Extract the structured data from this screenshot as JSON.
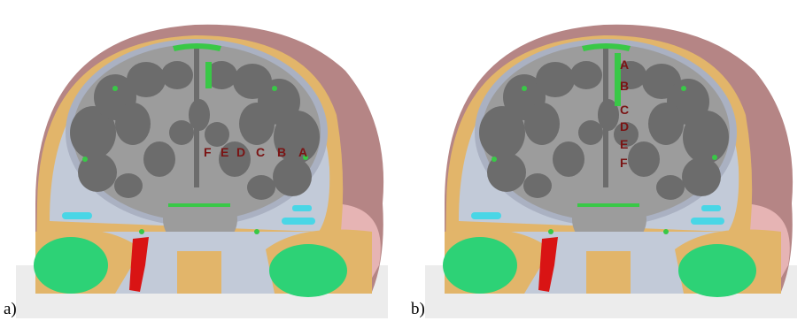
{
  "figure": {
    "panels": [
      {
        "id": "a",
        "tag": "a)",
        "orientation": "horizontal",
        "labels": [
          "F",
          "E",
          "D",
          "C",
          "B",
          "A"
        ]
      },
      {
        "id": "b",
        "tag": "b)",
        "orientation": "vertical",
        "labels": [
          "A",
          "B",
          "C",
          "D",
          "E",
          "F"
        ]
      }
    ],
    "colors": {
      "background": "#ffffff",
      "scalp": "#b58585",
      "scalp_light": "#e6b4b4",
      "fat": "#e2b56a",
      "bone": "#c2cad8",
      "csf": "#aab1c2",
      "white_matter": "#9c9c9c",
      "gray_matter": "#6c6c6c",
      "vessel": "#39c847",
      "artery": "#d91414",
      "muscle": "#2dd276",
      "fluid": "#49d6e6",
      "label": "#7a1414"
    }
  }
}
